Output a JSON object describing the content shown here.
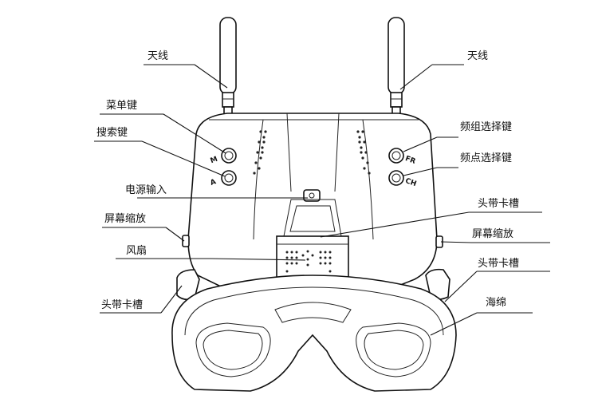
{
  "labels": {
    "antenna_left": "天线",
    "antenna_right": "天线",
    "menu_key": "菜单键",
    "search_key": "搜索键",
    "band_select_key": "频组选择键",
    "channel_select_key": "频点选择键",
    "power_input": "电源输入",
    "headband_slot_top": "头带卡槽",
    "screen_zoom_left": "屏幕缩放",
    "screen_zoom_right": "屏幕缩放",
    "fan": "风扇",
    "headband_slot_right": "头带卡槽",
    "headband_slot_left": "头带卡槽",
    "sponge": "海绵"
  },
  "button_marks": {
    "menu": "M",
    "search": "A",
    "band": "FR",
    "channel": "CH"
  }
}
